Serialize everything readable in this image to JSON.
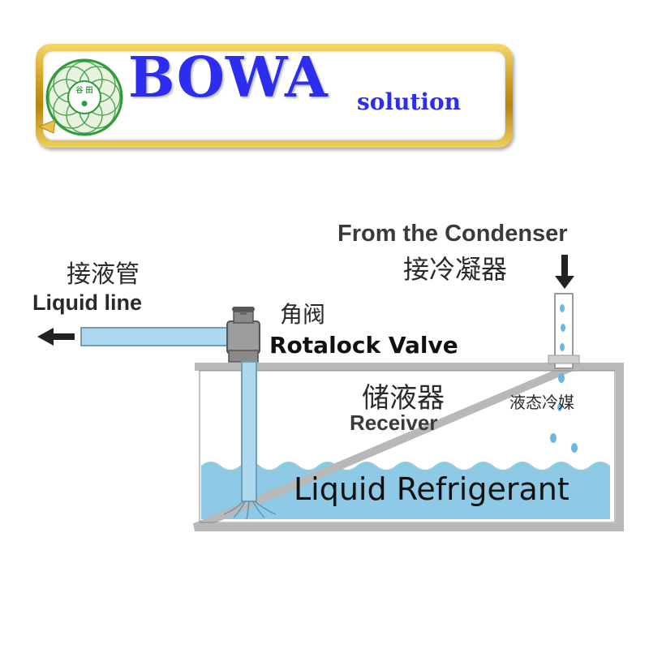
{
  "logo": {
    "name": "BOWA",
    "tagline": "solution",
    "emblem_text": "谷 田"
  },
  "diagram": {
    "liquid_line_cn": "接液管",
    "liquid_line_en": "Liquid line",
    "valve_cn": "角阀",
    "valve_en": "Rotalock Valve",
    "condenser_en": "From the Condenser",
    "condenser_cn": "接冷凝器",
    "receiver_cn": "储液器",
    "receiver_en": "Receiver",
    "refrigerant_cn": "液态冷媒",
    "refrigerant_en": "Liquid Refrigerant"
  },
  "colors": {
    "logo_blue": "#2d2df0",
    "logo_gold": "#c99a1c",
    "emblem_green": "#2f9a3a",
    "tank_gray": "#b8b8b8",
    "liquid_blue": "#8ec9e6",
    "pipe_blue": "#aed8ee"
  }
}
